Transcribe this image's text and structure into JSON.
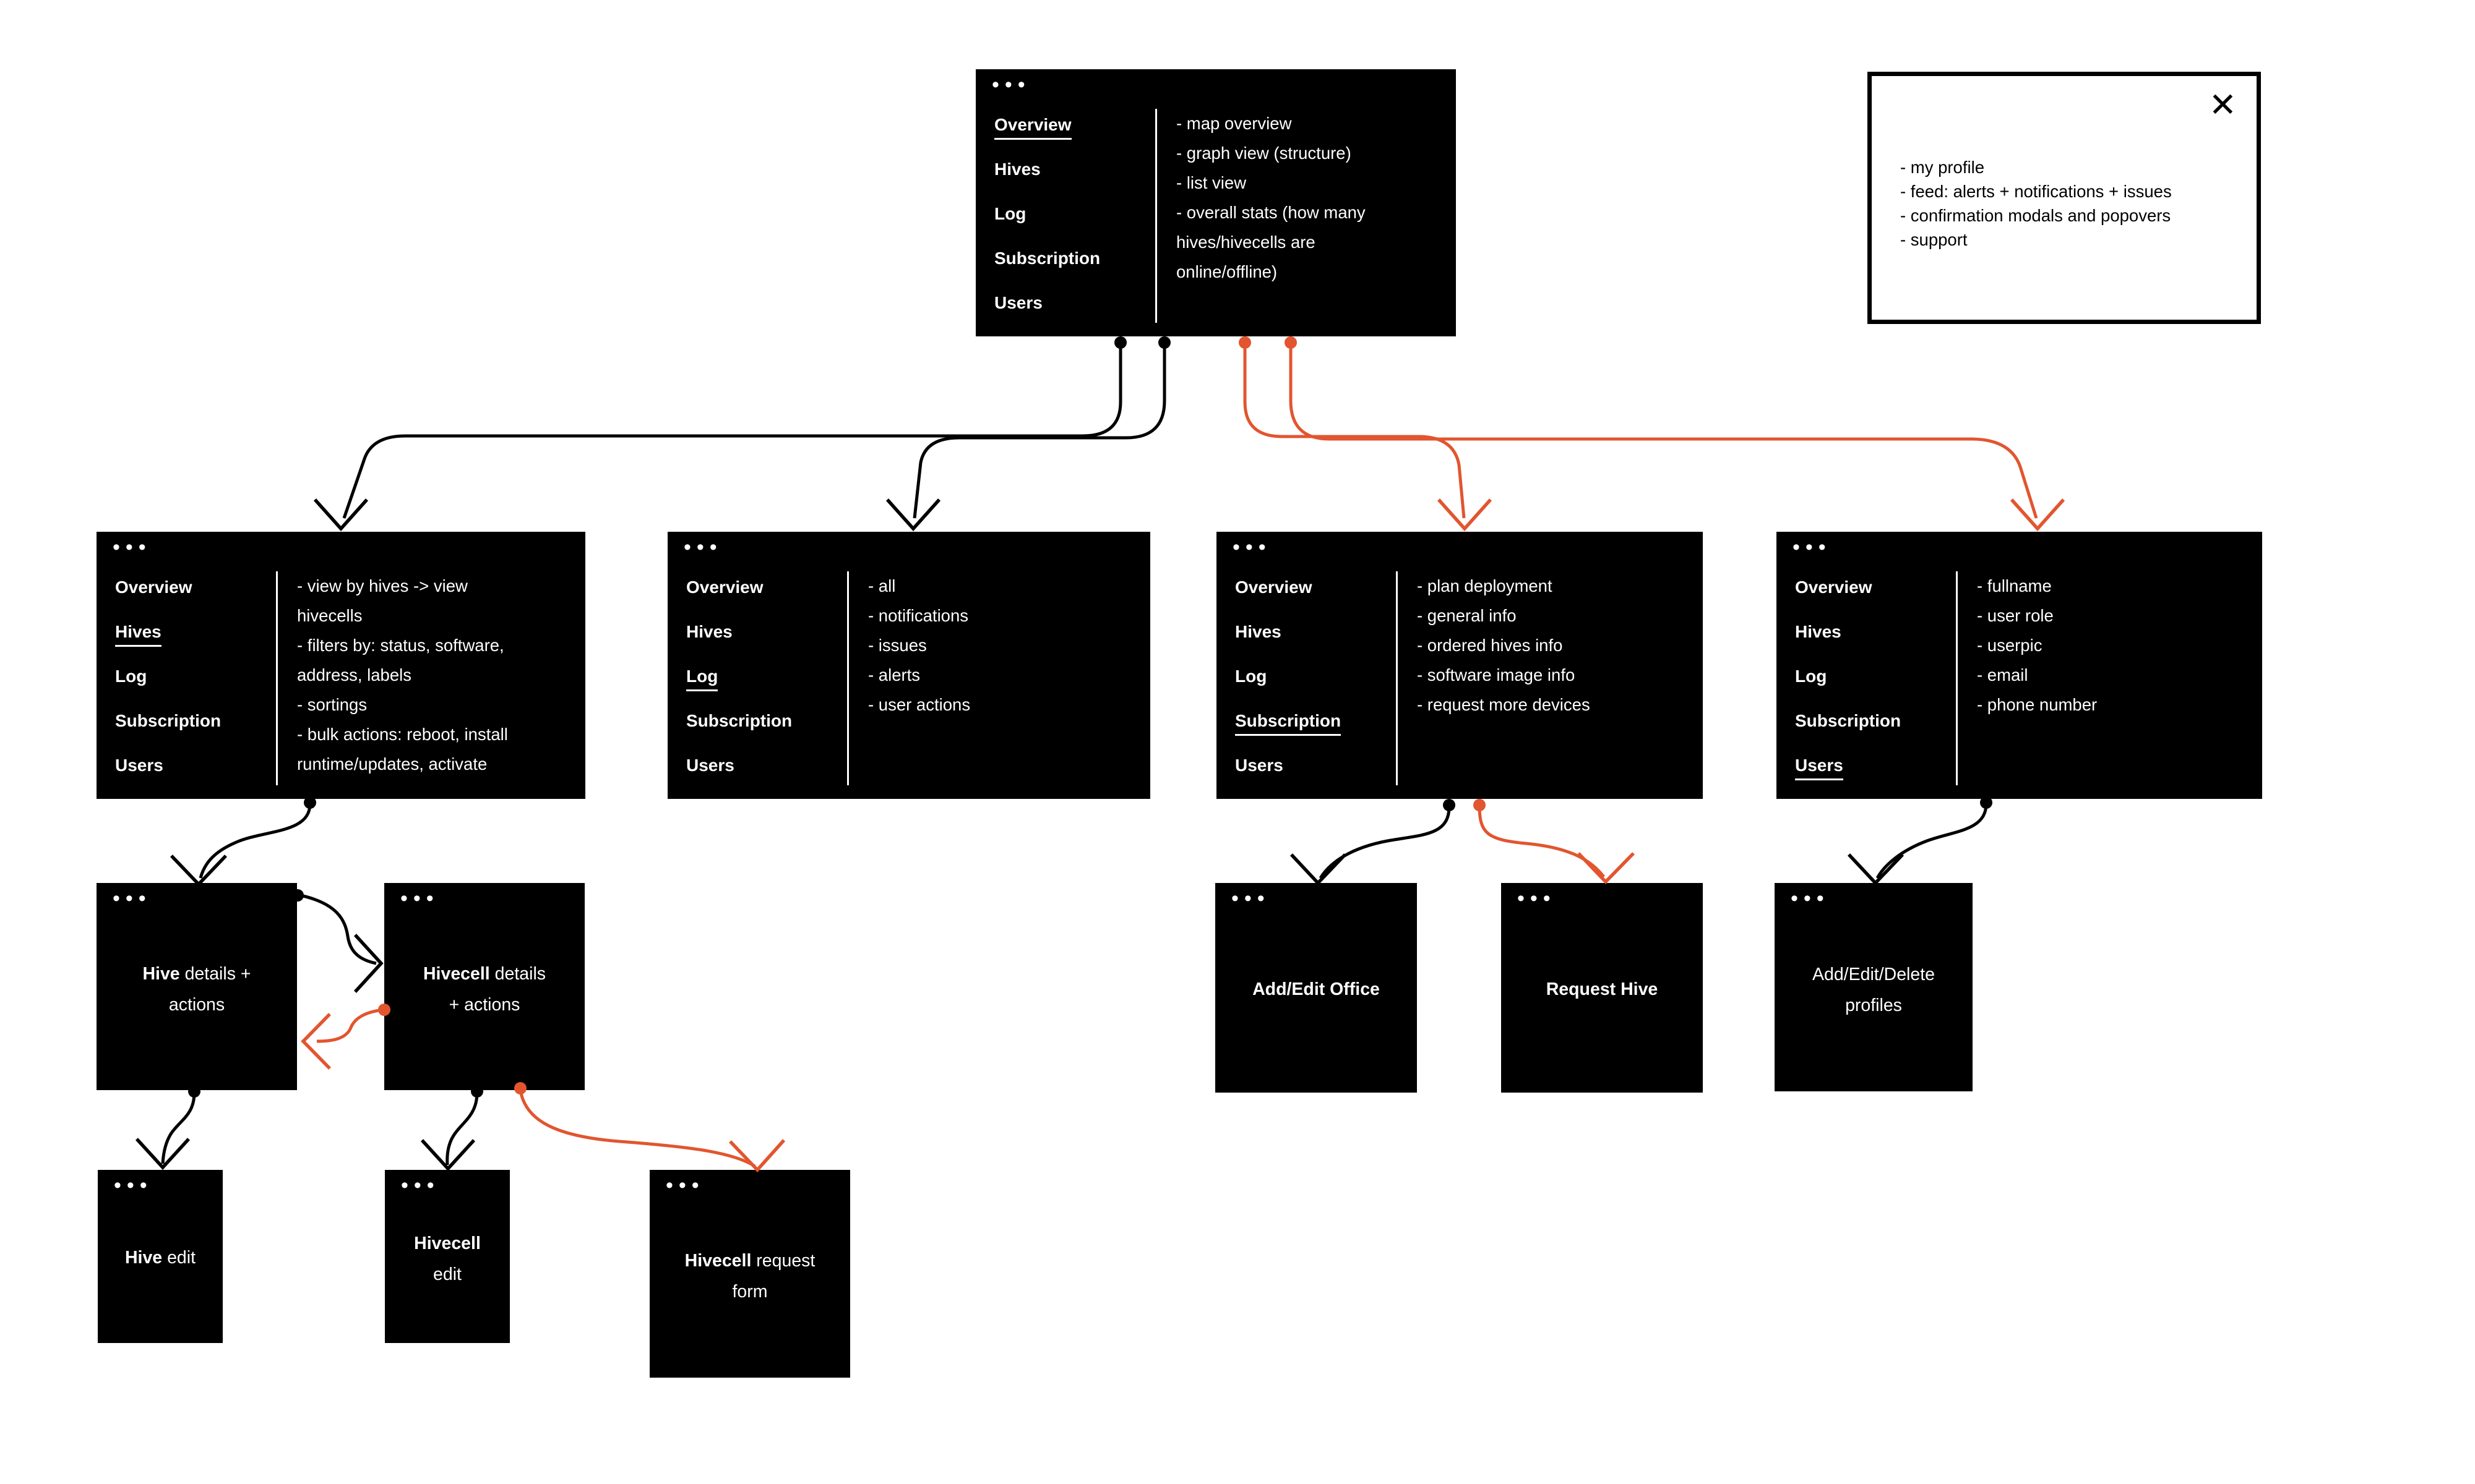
{
  "colors": {
    "accent": "#E2552F",
    "node_bg": "#000000",
    "node_text": "#FFFFFF",
    "line": "#000000",
    "canvas": "#FFFFFF"
  },
  "icons": {
    "window_dots": "•••",
    "close": "✕"
  },
  "menu_items": [
    "Overview",
    "Hives",
    "Log",
    "Subscription",
    "Users"
  ],
  "boxes": {
    "overview": {
      "active": "Overview",
      "desc": [
        "- map overview",
        "- graph view (structure)",
        "- list view",
        "- overall stats (how many",
        "hives/hivecells are",
        "online/offline)"
      ]
    },
    "hives": {
      "active": "Hives",
      "desc": [
        "- view by hives -> view",
        "hivecells",
        "- filters by: status, software,",
        "address, labels",
        "- sortings",
        "- bulk actions: reboot, install",
        "runtime/updates, activate"
      ]
    },
    "log": {
      "active": "Log",
      "desc": [
        "- all",
        "- notifications",
        "- issues",
        "- alerts",
        "- user actions"
      ]
    },
    "subscription": {
      "active": "Subscription",
      "desc": [
        "- plan deployment",
        "- general info",
        "- ordered hives info",
        "- software image info",
        "- request more devices"
      ]
    },
    "users": {
      "active": "Users",
      "desc": [
        "- fullname",
        "- user role",
        "- userpic",
        "- email",
        "- phone number"
      ]
    }
  },
  "cards": {
    "hive_details": {
      "bold": "Hive",
      "rest": " details +",
      "line2": "actions"
    },
    "hivecell_details": {
      "bold": "Hivecell",
      "rest": " details",
      "line2": "+ actions"
    },
    "add_edit_office": {
      "bold": "Add/Edit Office"
    },
    "request_hive": {
      "bold": "Request Hive"
    },
    "profiles": {
      "rest": "Add/Edit/Delete",
      "line2": "profiles"
    },
    "hive_edit": {
      "bold": "Hive",
      "rest": " edit"
    },
    "hivecell_edit": {
      "bold": "Hivecell",
      "line2": "edit"
    },
    "hivecell_request_form": {
      "bold": "Hivecell",
      "rest": " request",
      "line2": "form"
    }
  },
  "modal": {
    "lines": [
      "- my profile",
      "- feed: alerts + notifications + issues",
      "- confirmation modals and popovers",
      "- support"
    ]
  }
}
